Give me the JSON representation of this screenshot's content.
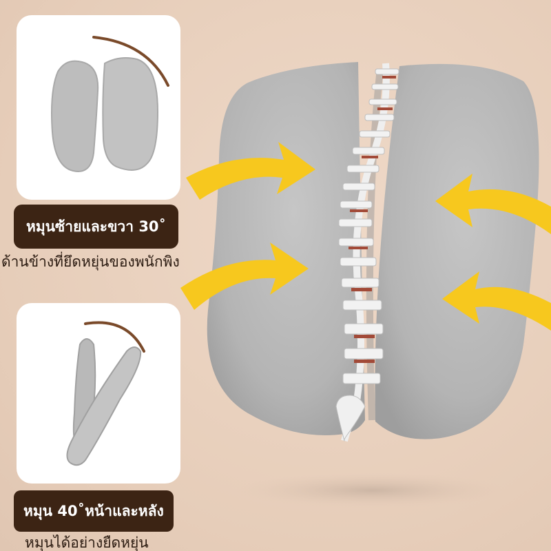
{
  "cards": {
    "top": {
      "label": "หมุนซ้ายและขวา 30˚",
      "caption": "ด้านข้างที่ยึดหยุ่นของพนักพิง"
    },
    "bottom": {
      "label": "หมุน 40˚หน้าและหลัง",
      "caption": "หมุนได้อย่างยืดหยุ่น"
    }
  },
  "colors": {
    "background": "#e9d1bf",
    "pill": "#3c2414",
    "arrow": "#f7c81e",
    "cushion": "#bdbdbd",
    "curve": "#7a4a2a"
  },
  "icons": [
    "rotation-curve-icon",
    "arrow-icon",
    "spine-illustration"
  ]
}
